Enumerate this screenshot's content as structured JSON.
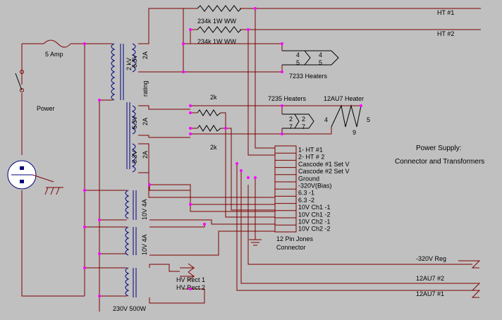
{
  "labels": {
    "ht1": "HT #1",
    "ht2": "HT #2",
    "res_ht1": "234k 1W WW",
    "res_ht2": "234k 1W WW",
    "fuse": "5 Amp",
    "power": "Power",
    "t1_hv": "2 kV",
    "t1_rating": "rating",
    "t1_s1a": "6.3V",
    "t1_s1b": "2A",
    "t1_s2a": "6.3V",
    "t1_s2b": "2A",
    "t1_s3a": "6.3V",
    "t1_s3b": "2A",
    "heater_7233": "7233 Heaters",
    "p_7233_a": "4",
    "p_7233_b": "5",
    "p_7233_c": "4",
    "p_7233_d": "5",
    "res_2k_top": "2k",
    "res_2k_bot": "2k",
    "heater_7235": "7235 Heaters",
    "heater_12au7": "12AU7 Heater",
    "p_7235_a": "2",
    "p_7235_b": "7",
    "p_7235_c": "2",
    "p_7235_d": "7",
    "p_12au7_4": "4",
    "p_12au7_5": "5",
    "p_12au7_9": "9",
    "t2_label": "10V 4A",
    "t3_label": "10V 4A",
    "hv_rect1": "HV Rect 1",
    "hv_rect2": "HV Rect 2",
    "t4_rating": "230V 500W",
    "title_line1": "Power Supply:",
    "title_line2": "Connector and Transformers",
    "connector_name1": "12 Pin Jones",
    "connector_name2": "Connector",
    "out_320": "-320V Reg",
    "out_12au7_2": "12AU7 #2",
    "out_12au7_1": "12AU7 #1"
  },
  "connector_pins": [
    "1- HT #1",
    "2- HT # 2",
    "Cascode #1 Set V",
    "Cascode #2 Set V",
    "Ground",
    "-320V(Bias)",
    "6.3 -1",
    "6.3 -2",
    "10V Ch1 -1",
    "10V Ch1 -2",
    "10V Ch2 -1",
    "10V Ch2 -2"
  ],
  "colors": {
    "background": "#c0c0c0",
    "wire": "#800000",
    "junction": "#ff00ff",
    "transformer": "#000080"
  }
}
